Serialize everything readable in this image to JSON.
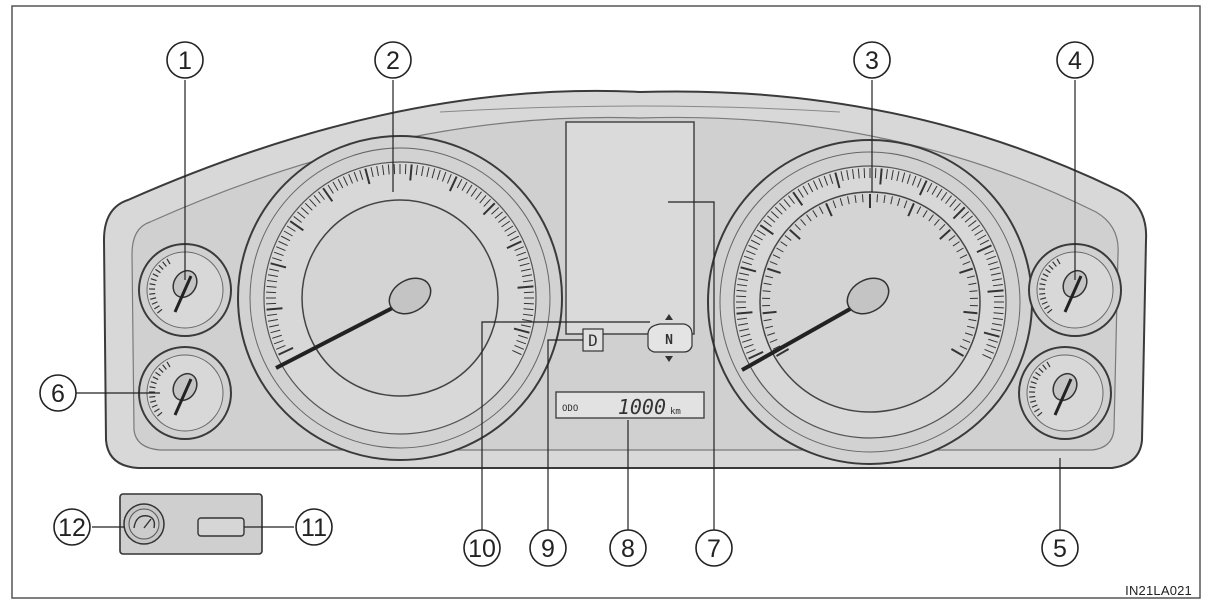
{
  "figure": {
    "code": "IN21LA021",
    "callouts": [
      "1",
      "2",
      "3",
      "4",
      "5",
      "6",
      "7",
      "8",
      "9",
      "10",
      "11",
      "12"
    ]
  },
  "display": {
    "odo_label": "ODO",
    "odo_value": "1000",
    "odo_unit": "km",
    "gear": "D",
    "neutral": "N"
  },
  "colors": {
    "panel": "#d6d6d6",
    "panel_inner": "#cfcfcf",
    "outline": "#3a3a3a"
  }
}
